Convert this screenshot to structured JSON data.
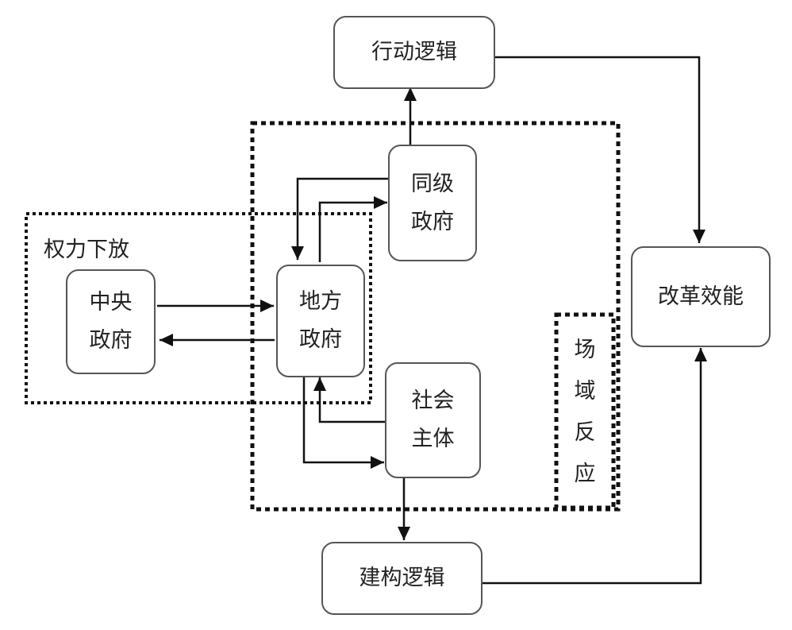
{
  "diagram": {
    "nodes": {
      "action_logic": "行动逻辑",
      "peer_gov": [
        "同级",
        "政府"
      ],
      "central_gov": [
        "中央",
        "政府"
      ],
      "local_gov": [
        "地方",
        "政府"
      ],
      "social_actor": [
        "社会",
        "主体"
      ],
      "reform_efficacy": "改革效能",
      "construct_logic": "建构逻辑"
    },
    "groups": {
      "decentralization": "权力下放",
      "field_reaction": [
        "场",
        "域",
        "反",
        "应"
      ]
    },
    "edges": [
      {
        "from": "central_gov",
        "to": "local_gov"
      },
      {
        "from": "local_gov",
        "to": "central_gov"
      },
      {
        "from": "peer_gov",
        "to": "local_gov"
      },
      {
        "from": "local_gov",
        "to": "peer_gov"
      },
      {
        "from": "social_actor",
        "to": "local_gov"
      },
      {
        "from": "local_gov",
        "to": "social_actor"
      },
      {
        "from": "peer_gov",
        "to": "action_logic"
      },
      {
        "from": "social_actor",
        "to": "construct_logic"
      },
      {
        "from": "action_logic",
        "to": "reform_efficacy"
      },
      {
        "from": "construct_logic",
        "to": "reform_efficacy"
      }
    ]
  }
}
